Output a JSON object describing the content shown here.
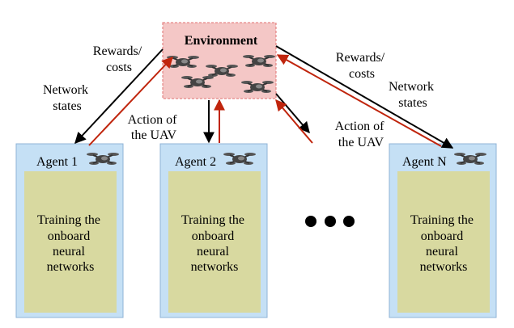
{
  "environment": {
    "title": "Environment"
  },
  "agents": [
    {
      "label": "Agent 1",
      "training": [
        "Training the",
        "onboard",
        "neural",
        "networks"
      ]
    },
    {
      "label": "Agent 2",
      "training": [
        "Training the",
        "onboard",
        "neural",
        "networks"
      ]
    },
    {
      "label": "Agent N",
      "training": [
        "Training the",
        "onboard",
        "neural",
        "networks"
      ]
    }
  ],
  "labels": {
    "left_rewards": [
      "Rewards/",
      "costs"
    ],
    "left_states": [
      "Network",
      "states"
    ],
    "left_action": [
      "Action of",
      "the UAV"
    ],
    "right_rewards": [
      "Rewards/",
      "costs"
    ],
    "right_states": [
      "Network",
      "states"
    ],
    "right_action": [
      "Action of",
      "the UAV"
    ]
  },
  "colors": {
    "environment_fill": "#f4c7c6",
    "environment_border": "#e07070",
    "agent_fill": "#c5e0f5",
    "agent_border": "#8fb3d6",
    "training_fill": "#d8d9a0",
    "arrow_red": "#c0250d",
    "arrow_black": "#000000"
  },
  "icons": [
    "drone-icon"
  ],
  "ellipsis_icon": "dots-icon"
}
